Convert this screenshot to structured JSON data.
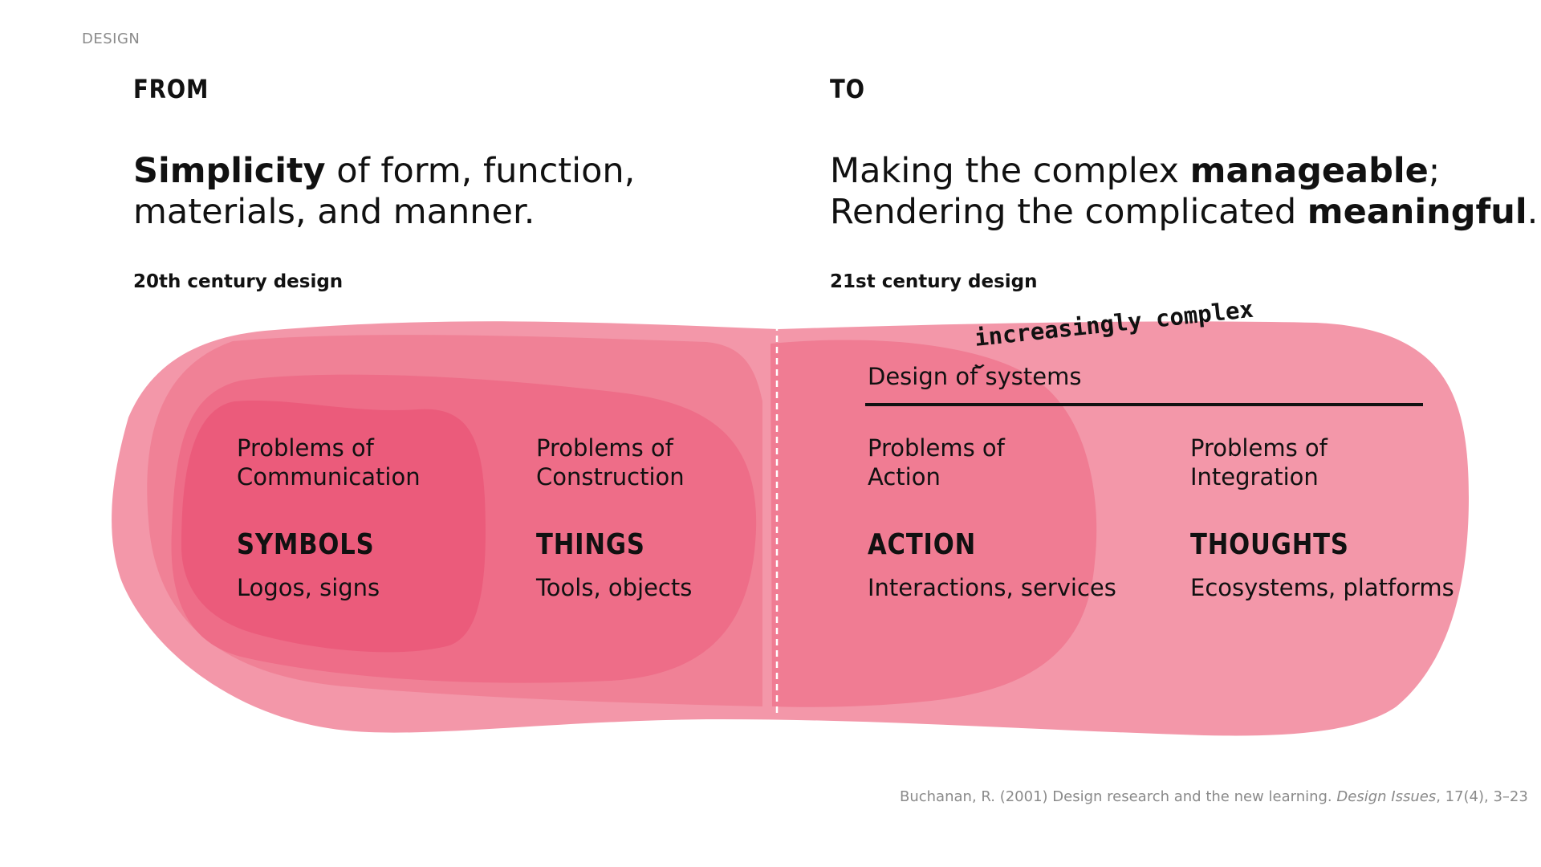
{
  "section_tag": "DESIGN",
  "from": {
    "heading": "FROM",
    "statement_line1_bold": "Simplicity",
    "statement_line1_rest": " of form, function,",
    "statement_line2": "materials, and manner.",
    "era": "20th century design"
  },
  "to": {
    "heading": "TO",
    "statement_line1_pre": "Making the complex ",
    "statement_line1_bold": "manageable",
    "statement_line1_post": ";",
    "statement_line2_pre": "Rendering the complicated ",
    "statement_line2_bold": "meaningful",
    "statement_line2_post": ".",
    "era": "21st century design"
  },
  "annotation": {
    "text": "increasingly complex",
    "caret": "⌄"
  },
  "systems_label": "Design of systems",
  "orders": [
    {
      "problem_line1": "Problems of",
      "problem_line2": "Communication",
      "category": "SYMBOLS",
      "examples": "Logos, signs"
    },
    {
      "problem_line1": "Problems of",
      "problem_line2": "Construction",
      "category": "THINGS",
      "examples": "Tools, objects"
    },
    {
      "problem_line1": "Problems of",
      "problem_line2": "Action",
      "category": "ACTION",
      "examples": "Interactions, services"
    },
    {
      "problem_line1": "Problems of",
      "problem_line2": "Integration",
      "category": "THOUGHTS",
      "examples": "Ecosystems, platforms"
    }
  ],
  "citation": {
    "pre": "Buchanan, R. (2001) Design research and the new learning. ",
    "journal": "Design Issues",
    "post": ", 17(4), 3–23"
  },
  "colors": {
    "outer_blob": "#f397a9",
    "layer_2": "#f08196",
    "layer_3": "#ee6d88",
    "inner_blob": "#eb5b7b",
    "action_blob": "#f07c93",
    "divider": "#ffffff",
    "text": "#111111",
    "muted": "#8a8a8a"
  }
}
